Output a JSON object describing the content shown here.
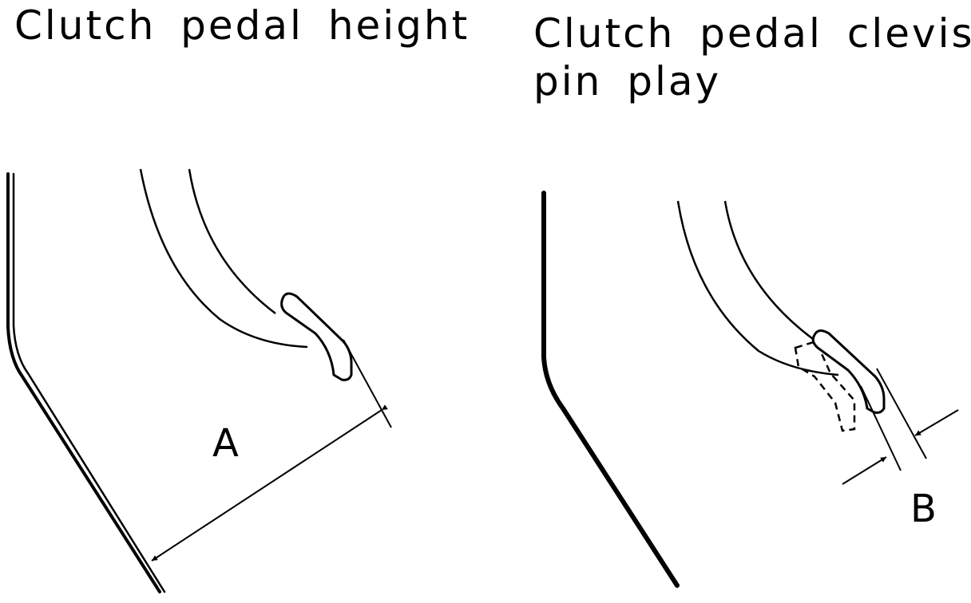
{
  "titles": {
    "left": "Clutch pedal height",
    "right_line1": "Clutch pedal clevis",
    "right_line2": "pin play"
  },
  "labels": {
    "a": "A",
    "b": "B"
  },
  "colors": {
    "ink": "#000000",
    "background": "#ffffff"
  }
}
